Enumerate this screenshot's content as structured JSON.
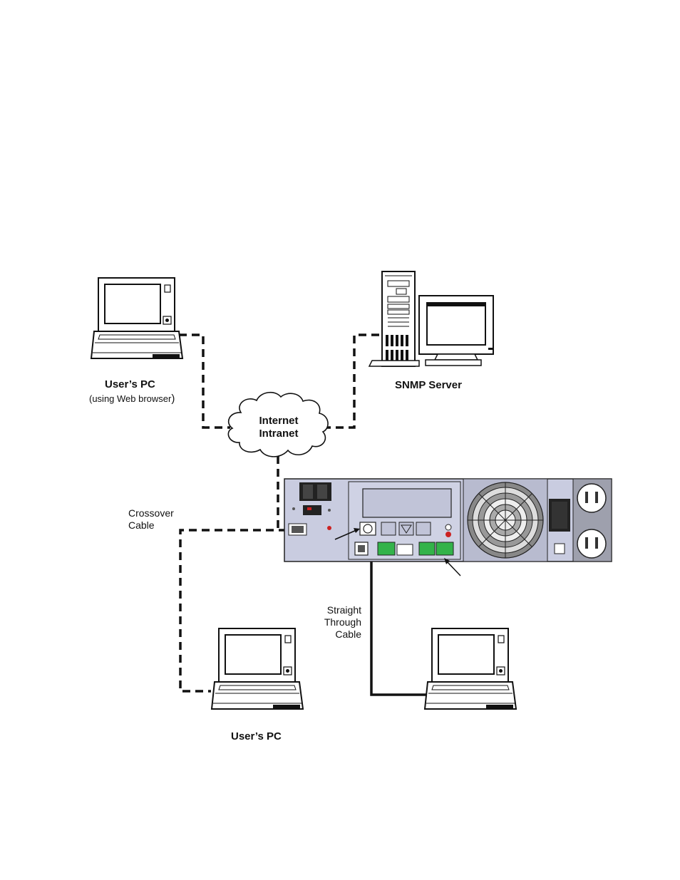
{
  "labels": {
    "users_pc_top": "User’s PC",
    "users_pc_top_note_open": "(using Web browser",
    "users_pc_top_note_close": ")",
    "snmp_server": "SNMP Server",
    "cloud_line1": "Internet",
    "cloud_line2": "Intranet",
    "crossover_line1": "Crossover",
    "crossover_line2": "Cable",
    "straight_line1": "Straight",
    "straight_line2": "Through",
    "straight_line3": "Cable",
    "users_pc_bottom": "User’s PC"
  },
  "colors": {
    "line": "#111111",
    "panel": "#c9cce0",
    "panel_border": "#333333",
    "connector_green": "#33b34a",
    "led_red": "#cc2222"
  },
  "icons": {
    "laptop": "laptop-icon",
    "server": "tower-server-icon",
    "monitor": "crt-monitor-icon",
    "cloud": "cloud-icon",
    "ups": "ups-rear-panel-icon"
  }
}
